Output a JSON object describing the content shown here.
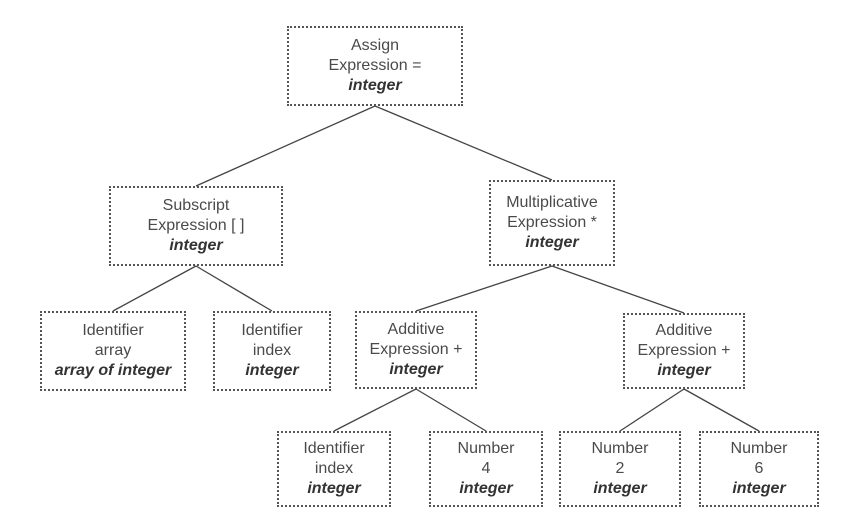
{
  "tree": {
    "assign": {
      "line1": "Assign",
      "line2": "Expression =",
      "type": "integer"
    },
    "subscript": {
      "line1": "Subscript",
      "line2": "Expression [ ]",
      "type": "integer"
    },
    "multiplicative": {
      "line1": "Multiplicative",
      "line2": "Expression *",
      "type": "integer"
    },
    "identifier_array": {
      "line1": "Identifier",
      "line2": "array",
      "type": "array of integer"
    },
    "identifier_index": {
      "line1": "Identifier",
      "line2": "index",
      "type": "integer"
    },
    "additive_left": {
      "line1": "Additive",
      "line2": "Expression +",
      "type": "integer"
    },
    "additive_right": {
      "line1": "Additive",
      "line2": "Expression +",
      "type": "integer"
    },
    "identifier_index_2": {
      "line1": "Identifier",
      "line2": "index",
      "type": "integer"
    },
    "number_4": {
      "line1": "Number",
      "line2": "4",
      "type": "integer"
    },
    "number_2": {
      "line1": "Number",
      "line2": "2",
      "type": "integer"
    },
    "number_6": {
      "line1": "Number",
      "line2": "6",
      "type": "integer"
    }
  },
  "edges": [
    [
      "assign",
      "subscript"
    ],
    [
      "assign",
      "multiplicative"
    ],
    [
      "subscript",
      "identifier_array"
    ],
    [
      "subscript",
      "identifier_index"
    ],
    [
      "multiplicative",
      "additive_left"
    ],
    [
      "multiplicative",
      "additive_right"
    ],
    [
      "additive_left",
      "identifier_index_2"
    ],
    [
      "additive_left",
      "number_4"
    ],
    [
      "additive_right",
      "number_2"
    ],
    [
      "additive_right",
      "number_6"
    ]
  ],
  "colors": {
    "border": "#555555",
    "edge": "#444444",
    "text": "#4a4a4a"
  }
}
